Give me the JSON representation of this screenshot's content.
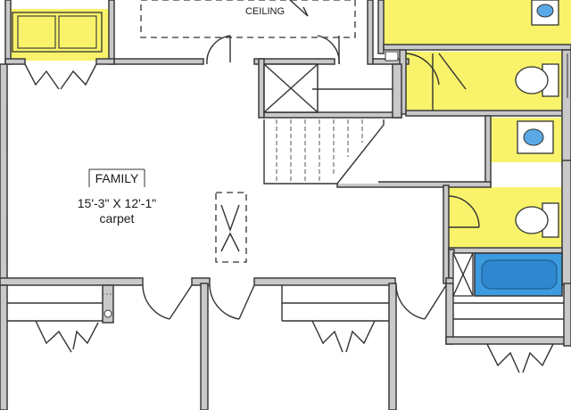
{
  "plan": {
    "colors": {
      "wall": "#c9c9c9",
      "bath_fill": "#f8f36a",
      "tub_fill": "#3d9be0",
      "sink_fill": "#5aa9e6"
    },
    "labels": {
      "ceiling": "CEILING",
      "family_name": "FAMILY",
      "family_dims": "15'-3\" X 12'-1\"",
      "family_floor": "carpet"
    },
    "icons": [
      "double-window-icon",
      "sink-icon",
      "toilet-icon",
      "bathtub-icon",
      "stairs-icon",
      "attic-access-icon"
    ]
  }
}
